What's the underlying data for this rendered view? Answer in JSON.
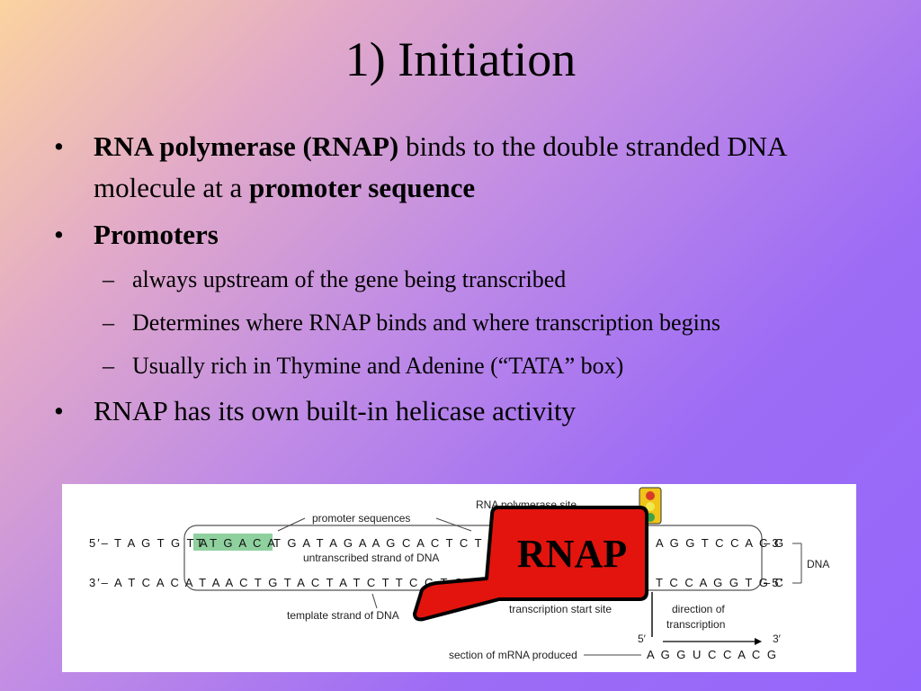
{
  "slide": {
    "title": "1) Initiation",
    "bullet1": {
      "part1": "RNA polymerase (RNAP)",
      "part2": " binds to the double stranded DNA molecule at a ",
      "part3": "promoter sequence"
    },
    "bullet2": "Promoters",
    "sub1": "always upstream of the gene being transcribed",
    "sub2": "Determines where RNAP binds and where transcription begins",
    "sub3": "Usually rich in Thymine and Adenine (“TATA” box)",
    "bullet3": "RNAP has its own built-in helicase activity",
    "bullet_glyph": "•",
    "dash_glyph": "–"
  },
  "diagram": {
    "rnap_site_label": "RNA polymerase site",
    "promoter_label": "promoter sequences",
    "top_strand_5": "5′–",
    "top_strand_left": "T A G T G T A",
    "top_strand_box": "T T G A C A",
    "top_strand_mid": "T G A T A G A A G C A C T C T A C",
    "top_strand_right": "A G G T C C A C G",
    "top_strand_3": "–3′",
    "untranscribed_label": "untranscribed strand of DNA",
    "bottom_strand_3": "3′–",
    "bottom_strand_left": "A T C A C A T A A C T G T A C T A T C T T C G T G A",
    "bottom_strand_right": "T C C A G G T G C",
    "bottom_strand_5": "–5′",
    "dna_label": "DNA",
    "template_label": "template strand of DNA",
    "start_site_label": "transcription start site",
    "direction_label_1": "direction of",
    "direction_label_2": "transcription",
    "mrna_5": "5′",
    "mrna_3": "3′",
    "mrna_label": "section of mRNA produced",
    "mrna_seq": "A G G U C C A C G",
    "callout_text": "RNAP"
  }
}
